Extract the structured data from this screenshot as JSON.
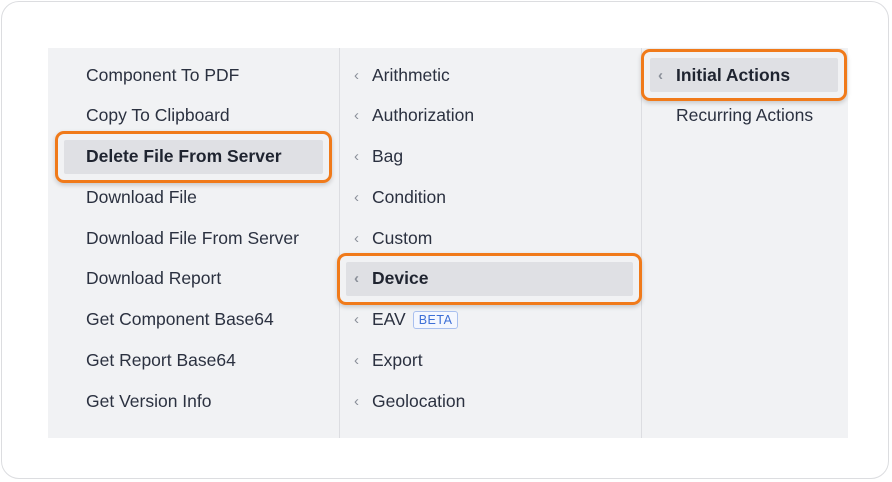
{
  "menu": {
    "column1": {
      "items": [
        {
          "label": "Component To PDF"
        },
        {
          "label": "Copy To Clipboard"
        },
        {
          "label": "Delete File From Server"
        },
        {
          "label": "Download File"
        },
        {
          "label": "Download File From Server"
        },
        {
          "label": "Download Report"
        },
        {
          "label": "Get Component Base64"
        },
        {
          "label": "Get Report Base64"
        },
        {
          "label": "Get Version Info"
        }
      ],
      "selected": "Delete File From Server"
    },
    "column2": {
      "items": [
        {
          "label": "Arithmetic"
        },
        {
          "label": "Authorization"
        },
        {
          "label": "Bag"
        },
        {
          "label": "Condition"
        },
        {
          "label": "Custom"
        },
        {
          "label": "Device"
        },
        {
          "label": "EAV",
          "badge": "BETA"
        },
        {
          "label": "Export"
        },
        {
          "label": "Geolocation"
        }
      ],
      "selected": "Device"
    },
    "column3": {
      "items": [
        {
          "label": "Initial Actions"
        },
        {
          "label": "Recurring Actions"
        }
      ],
      "selected": "Initial Actions"
    }
  },
  "icons": {
    "submenu": "chevron-left-icon"
  },
  "colors": {
    "highlight_border": "#f07a1a",
    "menu_background": "#f1f2f4",
    "selected_background": "#dfe0e4",
    "badge_text": "#3d6fd6"
  }
}
